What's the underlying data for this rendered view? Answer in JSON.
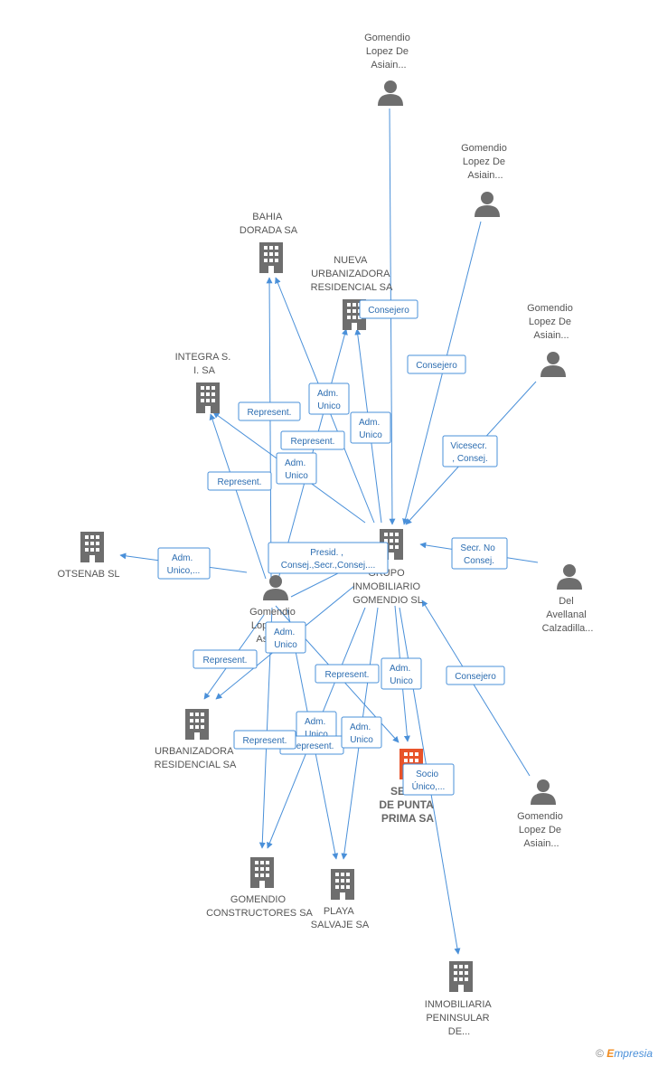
{
  "colors": {
    "edge": "#4a90d9",
    "node_default": "#6e6e6e",
    "node_highlight": "#e8532a",
    "label_text": "#555555",
    "edge_label_text": "#2b6cb0"
  },
  "nodes": [
    {
      "id": "p1",
      "type": "person-icon",
      "label": [
        "Gomendio",
        "Lopez De",
        "Asiain..."
      ]
    },
    {
      "id": "p2",
      "type": "person-icon",
      "label": [
        "Gomendio",
        "Lopez De",
        "Asiain..."
      ]
    },
    {
      "id": "p3",
      "type": "person-icon",
      "label": [
        "Gomendio",
        "Lopez De",
        "Asiain..."
      ]
    },
    {
      "id": "p4",
      "type": "person-icon",
      "label": [
        "Gomendio",
        "Lopez De",
        "Asiain..."
      ]
    },
    {
      "id": "p5",
      "type": "person-icon",
      "label": [
        "Del",
        "Avellanal",
        "Calzadilla..."
      ]
    },
    {
      "id": "p6",
      "type": "person-icon",
      "label": [
        "Gomendio",
        "Lopez De",
        "Asiain..."
      ]
    },
    {
      "id": "bahia",
      "type": "building-icon",
      "label": [
        "BAHIA",
        "DORADA SA"
      ]
    },
    {
      "id": "nueva",
      "type": "building-icon",
      "label": [
        "NUEVA",
        "URBANIZADORA",
        "RESIDENCIAL SA"
      ]
    },
    {
      "id": "integra",
      "type": "building-icon",
      "label": [
        "INTEGRA S.",
        "I. SA"
      ]
    },
    {
      "id": "otsenab",
      "type": "building-icon",
      "label": [
        "OTSENAB SL"
      ]
    },
    {
      "id": "grupo",
      "type": "building-icon",
      "label": [
        "GRUPO",
        "INMOBILIARIO",
        "GOMENDIO SL"
      ]
    },
    {
      "id": "urban",
      "type": "building-icon",
      "label": [
        "URBANIZADORA",
        "RESIDENCIAL SA"
      ]
    },
    {
      "id": "main",
      "type": "building-icon",
      "highlight": true,
      "label": [
        "SEN...",
        "DE PUNTA",
        "PRIMA SA"
      ]
    },
    {
      "id": "constr",
      "type": "building-icon",
      "label": [
        "GOMENDIO",
        "CONSTRUCTORES SA"
      ]
    },
    {
      "id": "playa",
      "type": "building-icon",
      "label": [
        "PLAYA",
        "SALVAJE SA"
      ]
    },
    {
      "id": "inmob",
      "type": "building-icon",
      "label": [
        "INMOBILIARIA",
        "PENINSULAR",
        "DE..."
      ]
    }
  ],
  "edge_labels": [
    {
      "id": "e1",
      "lines": [
        "Consejero"
      ]
    },
    {
      "id": "e2",
      "lines": [
        "Consejero"
      ]
    },
    {
      "id": "e3",
      "lines": [
        "Vicesecr.",
        ", Consej."
      ]
    },
    {
      "id": "e4",
      "lines": [
        "Secr.  No",
        "Consej."
      ]
    },
    {
      "id": "e5",
      "lines": [
        "Consejero"
      ]
    },
    {
      "id": "e6",
      "lines": [
        "Adm.",
        "Unico"
      ]
    },
    {
      "id": "e7",
      "lines": [
        "Adm.",
        "Unico"
      ]
    },
    {
      "id": "e8",
      "lines": [
        "Represent."
      ]
    },
    {
      "id": "e9",
      "lines": [
        "Represent."
      ]
    },
    {
      "id": "e10",
      "lines": [
        "Adm.",
        "Unico"
      ]
    },
    {
      "id": "e11",
      "lines": [
        "Represent."
      ]
    },
    {
      "id": "e12",
      "lines": [
        "Adm.",
        "Unico,..."
      ]
    },
    {
      "id": "e13",
      "lines": [
        "Presid. ,",
        "Consej.,Secr.,Consej...."
      ]
    },
    {
      "id": "e14",
      "lines": [
        "Adm.",
        "Unico"
      ]
    },
    {
      "id": "e15",
      "lines": [
        "Represent."
      ]
    },
    {
      "id": "e16",
      "lines": [
        "Represent."
      ]
    },
    {
      "id": "e17",
      "lines": [
        "Adm.",
        "Unico"
      ]
    },
    {
      "id": "e18",
      "lines": [
        "Adm.",
        "Unico"
      ]
    },
    {
      "id": "e19",
      "lines": [
        "Represent."
      ]
    },
    {
      "id": "e20",
      "lines": [
        "Represent."
      ]
    },
    {
      "id": "e21",
      "lines": [
        "Adm.",
        "Unico"
      ]
    },
    {
      "id": "e22",
      "lines": [
        "Socio",
        "Único,..."
      ]
    }
  ],
  "footer": {
    "copyright": "©",
    "brand_initial": "E",
    "brand_rest": "mpresia"
  }
}
